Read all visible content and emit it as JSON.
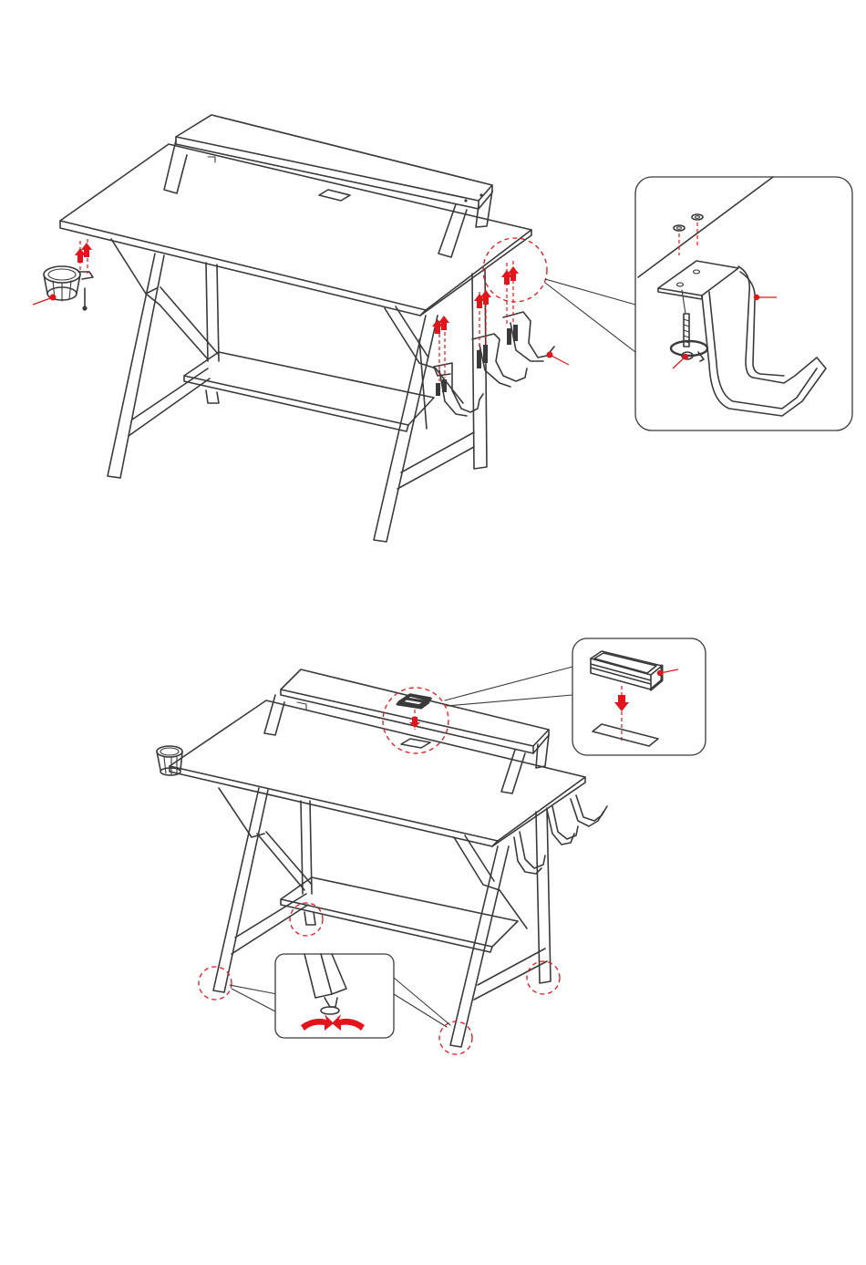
{
  "colors": {
    "line": "#3a3a3a",
    "accent": "#e3141b",
    "background": "#ffffff"
  },
  "steps": [
    {
      "name": "attach-accessories",
      "parts": [
        "cup-holder",
        "headphone-hook",
        "headphone-hook",
        "headphone-hook"
      ],
      "icons": [
        "screw-icon",
        "up-arrow-icon",
        "part-callout-icon"
      ]
    },
    {
      "name": "insert-grommet-and-level-feet",
      "parts": [
        "cable-grommet",
        "leveling-foot"
      ],
      "icons": [
        "down-arrow-icon",
        "rotate-arrows-icon"
      ]
    }
  ]
}
